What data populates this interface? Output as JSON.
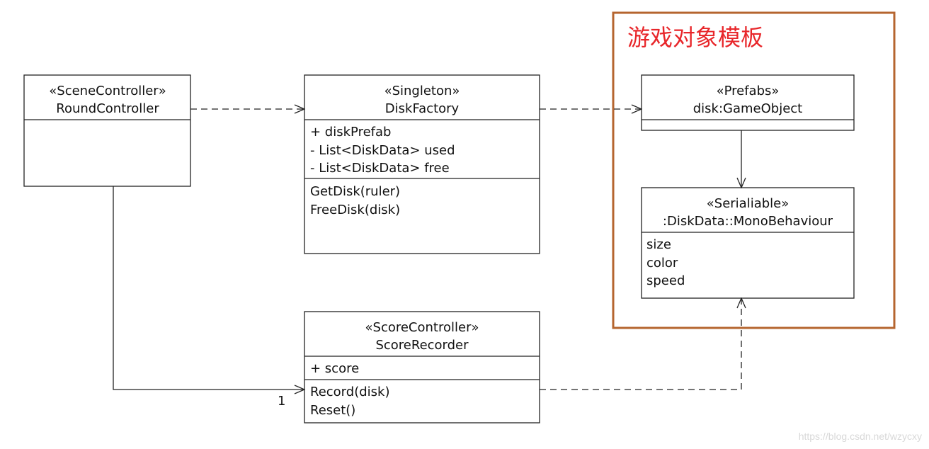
{
  "frame": {
    "title": "游戏对象模板",
    "border_color": "#b5652f",
    "title_color": "#e8262a"
  },
  "classes": {
    "round_controller": {
      "stereotype": "«SceneController»",
      "name": "RoundController"
    },
    "disk_factory": {
      "stereotype": "«Singleton»",
      "name": "DiskFactory",
      "attributes": [
        "+ diskPrefab",
        "- List<DiskData> used",
        "- List<DiskData> free"
      ],
      "methods": [
        "GetDisk(ruler)",
        "FreeDisk(disk)"
      ]
    },
    "prefab": {
      "stereotype": "«Prefabs»",
      "name": "disk:GameObject"
    },
    "disk_data": {
      "stereotype": "«Serialiable»",
      "name": ":DiskData::MonoBehaviour",
      "attributes": [
        "size",
        "color",
        "speed"
      ]
    },
    "score_recorder": {
      "stereotype": "«ScoreController»",
      "name": "ScoreRecorder",
      "attributes": [
        "+ score"
      ],
      "methods": [
        "Record(disk)",
        "Reset()"
      ]
    }
  },
  "associations": {
    "round_to_score_multiplicity": "1"
  },
  "watermark": "https://blog.csdn.net/wzycxy"
}
